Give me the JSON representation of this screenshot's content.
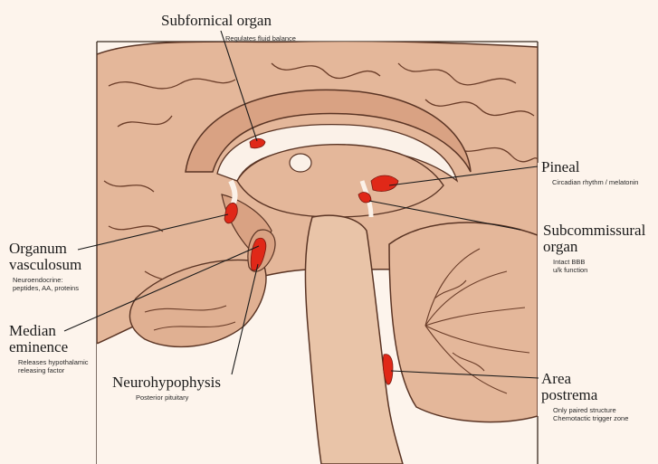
{
  "labels": {
    "subfornical": {
      "title": "Subfornical organ",
      "note": "Regulates fluid balance"
    },
    "pineal": {
      "title": "Pineal",
      "note": "Circadian rhythm / melatonin"
    },
    "organum": {
      "title_line1": "Organum",
      "title_line2": "vasculosum",
      "note_line1": "Neuroendocrine:",
      "note_line2": "peptides, AA, proteins"
    },
    "subcommissural": {
      "title_line1": "Subcommissural",
      "title_line2": "organ",
      "note_line1": "Intact BBB",
      "note_line2": "u/k function"
    },
    "median": {
      "title_line1": "Median",
      "title_line2": "eminence",
      "note_line1": "Releases hypothalamic",
      "note_line2": "releasing factor"
    },
    "neurohypophysis": {
      "title": "Neurohypophysis",
      "note": "Posterior pituitary"
    },
    "area_postrema": {
      "title_line1": "Area",
      "title_line2": "postrema",
      "note_line1": "Only paired structure",
      "note_line2": "Chemotactic trigger zone"
    }
  },
  "colors": {
    "background": "#fdf4ec",
    "tissue": "#e4b79a",
    "tissue_dark": "#c98f6d",
    "outline": "#5a3424",
    "organ_red": "#e02818",
    "ventricle": "#fbf1e8"
  }
}
